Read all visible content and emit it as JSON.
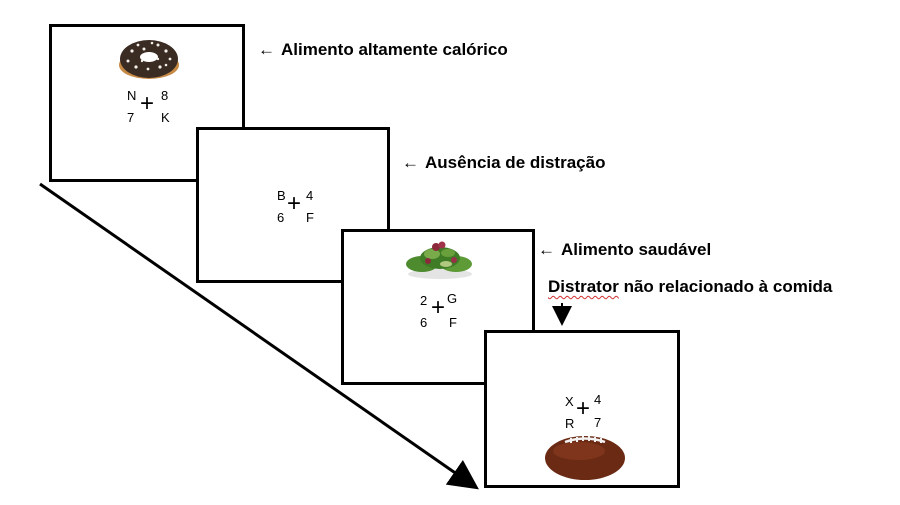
{
  "labels": {
    "high_calorie": "Alimento altamente calórico",
    "no_distraction": "Ausência de distração",
    "healthy": "Alimento saudável",
    "non_food_word": "Distrator",
    "non_food_rest": "não relacionado à comida"
  },
  "arrow_glyph": "←",
  "panels": [
    {
      "tl": "N",
      "tr": "8",
      "bl": "7",
      "br": "K"
    },
    {
      "tl": "B",
      "tr": "4",
      "bl": "6",
      "br": "F"
    },
    {
      "tl": "2",
      "tr": "G",
      "bl": "6",
      "br": "F"
    },
    {
      "tl": "X",
      "tr": "4",
      "bl": "R",
      "br": "7"
    }
  ],
  "cross_glyph": "+",
  "icons": [
    "donut-icon",
    "salad-icon",
    "football-icon"
  ],
  "colors": {
    "background": "#ffffff",
    "ink": "#000000",
    "spell_underline": "#d23030"
  }
}
